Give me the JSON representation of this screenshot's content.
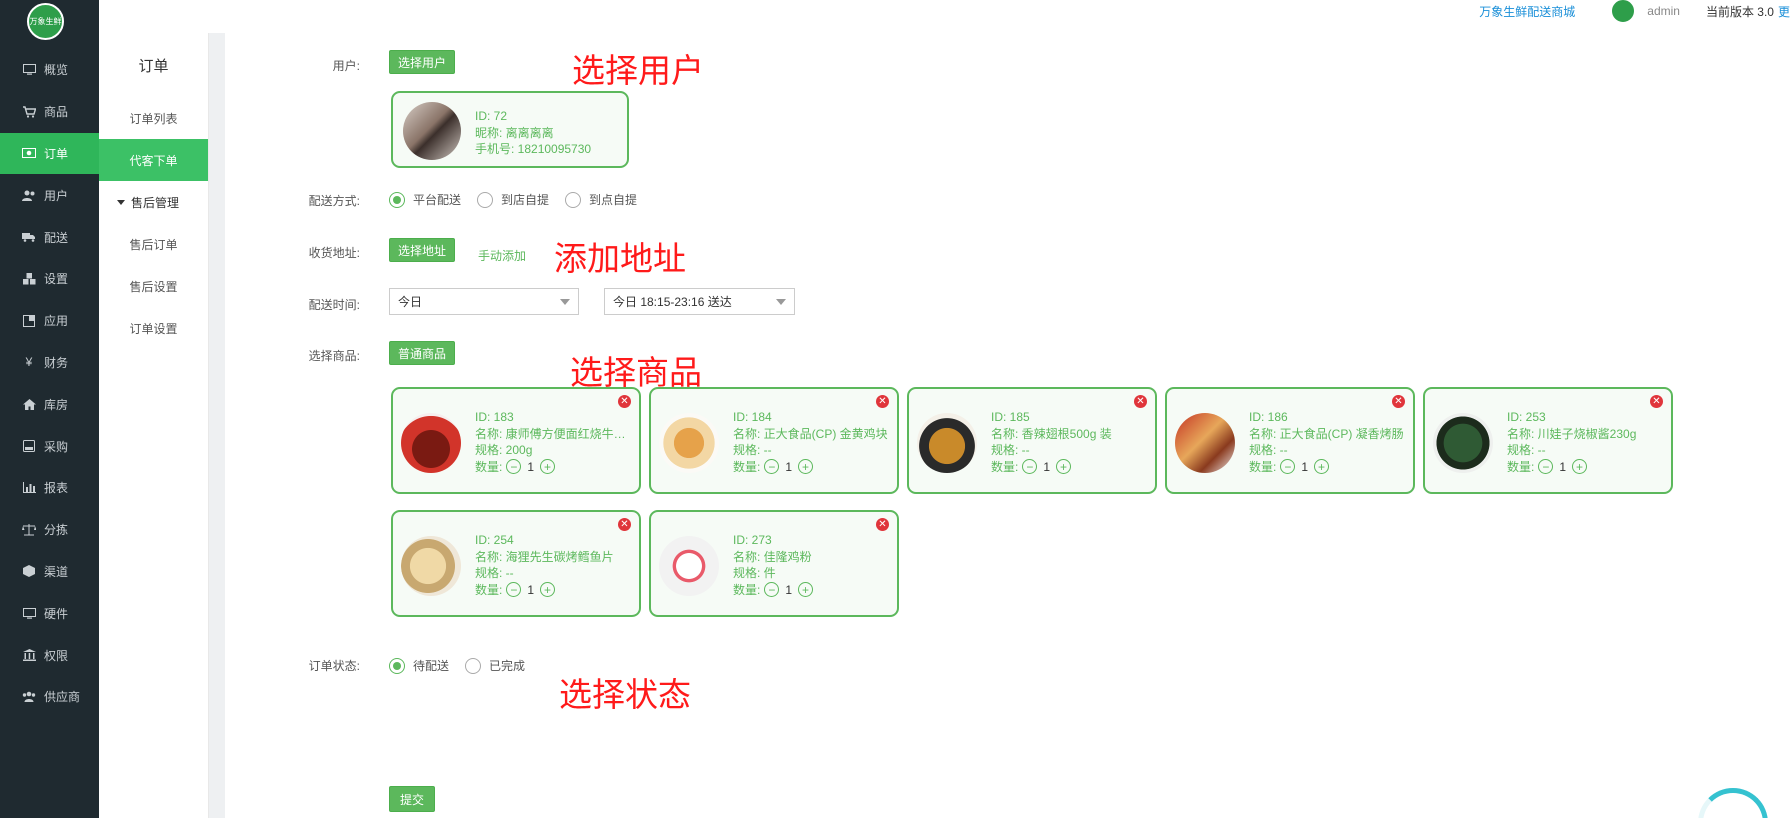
{
  "sidebar": {
    "logo_text": "万象生鲜",
    "items": [
      {
        "label": "概览",
        "icon": "monitor-icon"
      },
      {
        "label": "商品",
        "icon": "cart-icon"
      },
      {
        "label": "订单",
        "icon": "money-icon",
        "active": true
      },
      {
        "label": "用户",
        "icon": "users-icon"
      },
      {
        "label": "配送",
        "icon": "truck-icon"
      },
      {
        "label": "设置",
        "icon": "cubes-icon"
      },
      {
        "label": "应用",
        "icon": "apps-icon"
      },
      {
        "label": "财务",
        "icon": "yen-icon"
      },
      {
        "label": "库房",
        "icon": "home-icon"
      },
      {
        "label": "采购",
        "icon": "hdd-icon"
      },
      {
        "label": "报表",
        "icon": "bar-chart-icon"
      },
      {
        "label": "分拣",
        "icon": "scale-icon"
      },
      {
        "label": "渠道",
        "icon": "cube-icon"
      },
      {
        "label": "硬件",
        "icon": "desktop-icon"
      },
      {
        "label": "权限",
        "icon": "bank-icon"
      },
      {
        "label": "供应商",
        "icon": "group-icon"
      }
    ]
  },
  "subnav": {
    "title": "订单",
    "items": [
      "订单列表",
      "代客下单",
      "售后管理",
      "售后订单",
      "售后设置",
      "订单设置"
    ]
  },
  "topbar": {
    "store_link": "万象生鲜配送商城",
    "user": "admin",
    "version": "当前版本 3.0",
    "more": "更"
  },
  "form": {
    "user_label": "用户:",
    "select_user_btn": "选择用户",
    "user_card": {
      "id": "ID:  72",
      "nickname": "昵称:  离离离离",
      "phone": "手机号:  18210095730"
    },
    "delivery_label": "配送方式:",
    "delivery_options": [
      "平台配送",
      "到店自提",
      "到点自提"
    ],
    "address_label": "收货地址:",
    "select_address_btn": "选择地址",
    "manual_add": "手动添加",
    "time_label": "配送时间:",
    "day_select": "今日",
    "slot_select": "今日 18:15-23:16 送达",
    "goods_label": "选择商品:",
    "goods_btn": "普通商品",
    "goods": [
      {
        "id": "ID:  183",
        "name": "名称:  康师傅方便面红烧牛肉面",
        "spec": "规格:  200g",
        "qty": "1",
        "img": "noodle"
      },
      {
        "id": "ID:  184",
        "name": "名称:  正大食品(CP) 金黄鸡块",
        "spec": "规格:  --",
        "qty": "1",
        "img": "fries"
      },
      {
        "id": "ID:  185",
        "name": "名称:  香辣翅根500g 装",
        "spec": "规格:  --",
        "qty": "1",
        "img": "wings"
      },
      {
        "id": "ID:  186",
        "name": "名称:  正大食品(CP) 凝香烤肠",
        "spec": "规格:  --",
        "qty": "1",
        "img": "sausage"
      },
      {
        "id": "ID:  253",
        "name": "名称:  川娃子烧椒酱230g",
        "spec": "规格:  --",
        "qty": "1",
        "img": "jar"
      },
      {
        "id": "ID:  254",
        "name": "名称:  海狸先生碳烤鳕鱼片",
        "spec": "规格:  --",
        "qty": "1",
        "img": "fish"
      },
      {
        "id": "ID:  273",
        "name": "名称:  佳隆鸡粉",
        "spec": "规格:  件",
        "qty": "1",
        "img": "can"
      }
    ],
    "qty_label": "数量:",
    "status_label": "订单状态:",
    "status_options": [
      "待配送",
      "已完成"
    ],
    "submit": "提交"
  },
  "annotations": {
    "select_user": "选择用户",
    "add_address": "添加地址",
    "select_goods": "选择商品",
    "select_status": "选择状态"
  },
  "colors": {
    "sidebar_bg": "#1f2a30",
    "accent": "#3cc166",
    "button": "#5cb85c",
    "annotation": "#ff1a1a"
  }
}
